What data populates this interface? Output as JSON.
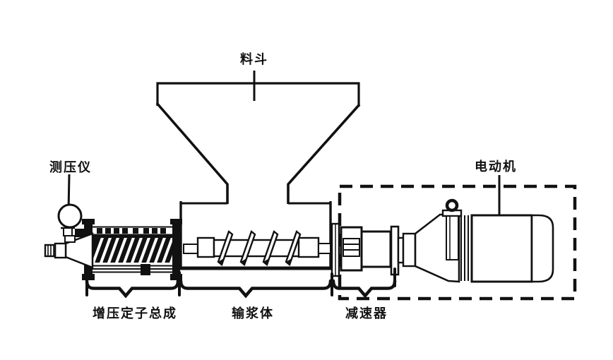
{
  "diagram": {
    "labels": {
      "hopper": "料斗",
      "pressure_gauge": "测压仪",
      "motor": "电动机",
      "booster_stator_assembly": "增压定子总成",
      "slurry_conveying_body": "输浆体",
      "reducer": "减速器"
    },
    "colors": {
      "line": "#111111",
      "background": "#ffffff"
    }
  }
}
